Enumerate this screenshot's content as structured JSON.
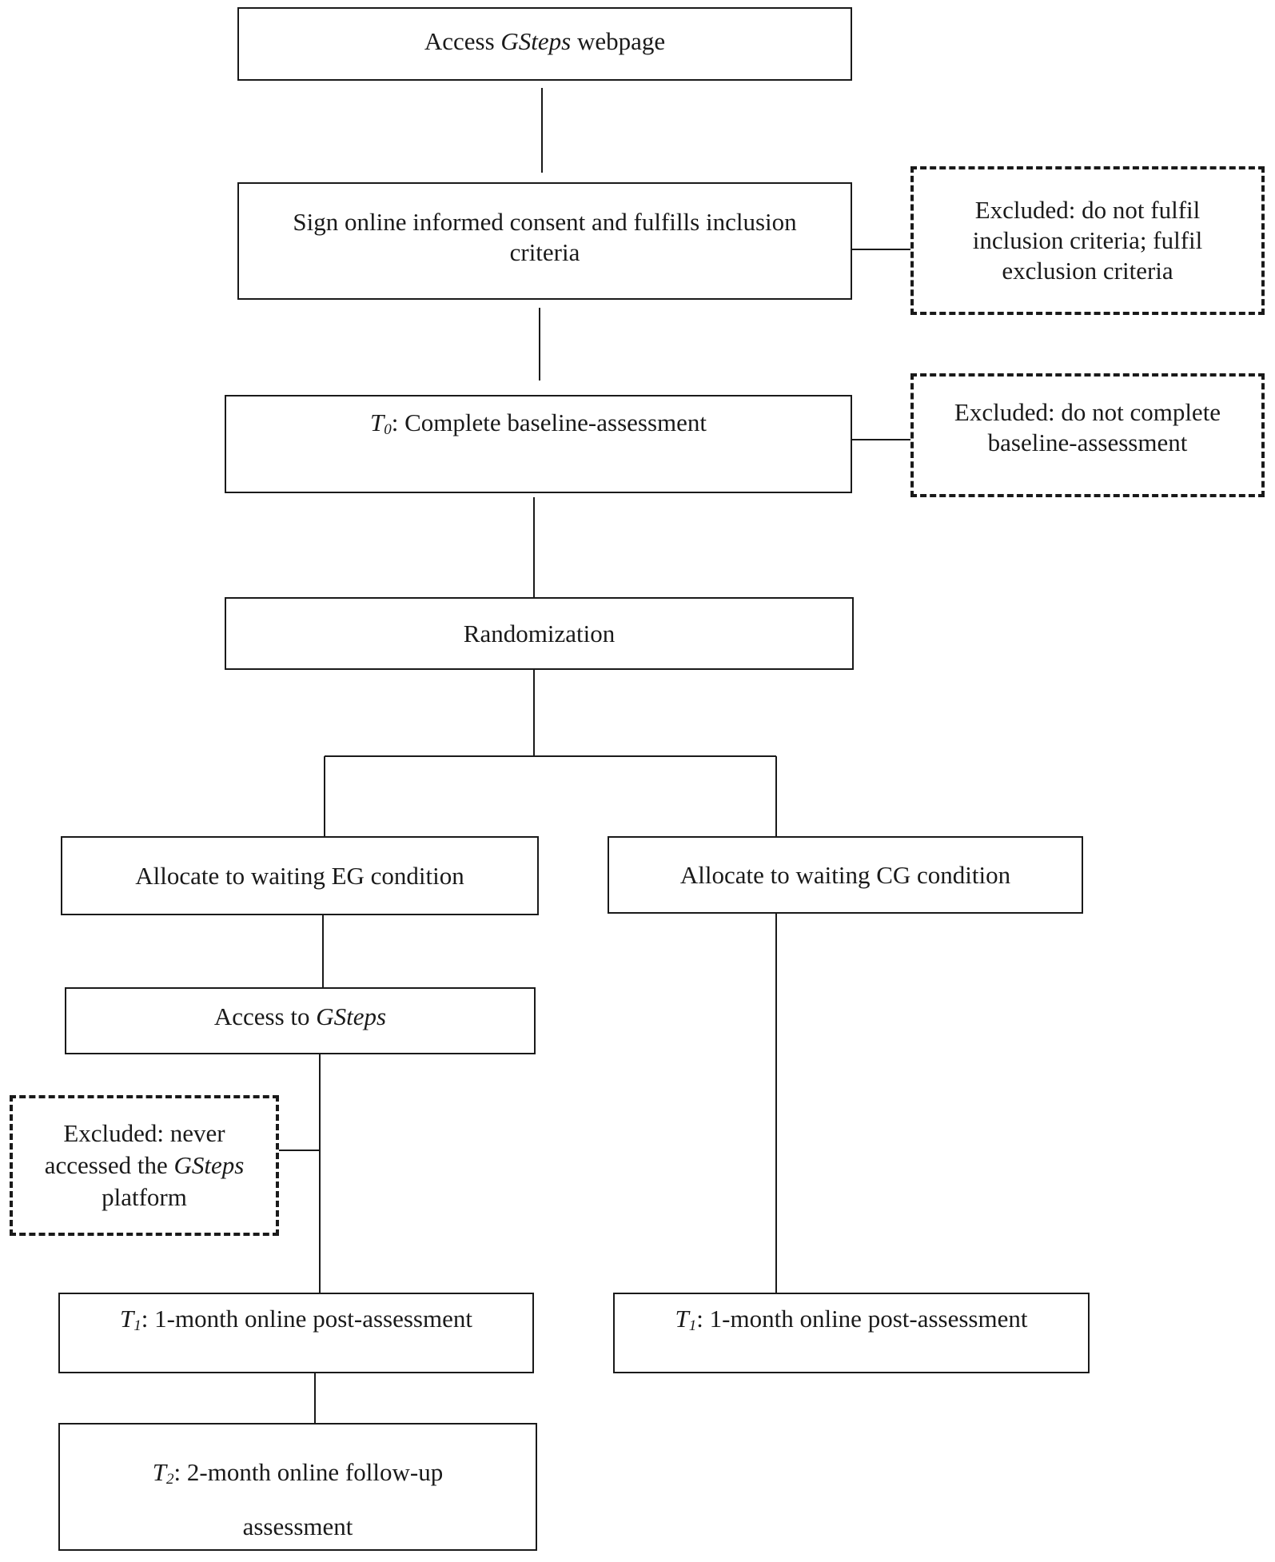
{
  "flowchart": {
    "access_webpage": {
      "pre": "Access ",
      "italic": "GSteps",
      "post": " webpage"
    },
    "consent": {
      "line1": "Sign online informed consent and fulfills inclusion",
      "line2": "criteria"
    },
    "excluded_inclusion": {
      "line1": "Excluded: do not fulfil",
      "line2": "inclusion criteria; fulfil",
      "line3": "exclusion criteria"
    },
    "baseline": {
      "t": "T",
      "sub": "0",
      "text": ": Complete baseline-assessment"
    },
    "excluded_baseline": {
      "line1": "Excluded: do not complete",
      "line2": "baseline-assessment"
    },
    "randomization": {
      "label": "Randomization"
    },
    "allocate_eg": {
      "label": "Allocate to waiting EG condition"
    },
    "allocate_cg": {
      "label": "Allocate to waiting CG condition"
    },
    "access_gsteps": {
      "pre": "Access to ",
      "italic": "GSteps"
    },
    "excluded_never": {
      "line1": "Excluded: never",
      "line2_pre": "accessed the ",
      "line2_italic": "GSteps",
      "line3": "platform"
    },
    "post_eg": {
      "t": "T",
      "sub": "1",
      "text": ": 1-month online post-assessment"
    },
    "post_cg": {
      "t": "T",
      "sub": "1",
      "text": ": 1-month online post-assessment"
    },
    "followup": {
      "t": "T",
      "sub": "2",
      "line1": ": 2-month online follow-up",
      "line2": "assessment"
    }
  },
  "colors": {
    "stroke": "#1a1a1a",
    "background": "#ffffff"
  }
}
